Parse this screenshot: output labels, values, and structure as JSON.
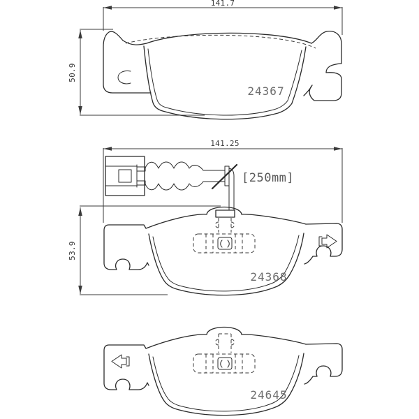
{
  "drawings": {
    "pad_top": {
      "part_number": "24367",
      "width_dim": "141.7",
      "height_dim": "50.9"
    },
    "pad_middle": {
      "part_number": "24368",
      "width_dim": "141.25",
      "height_dim": "53.9",
      "wear_sensor_length": "[250mm]"
    },
    "pad_bottom": {
      "part_number": "24645"
    }
  },
  "colors": {
    "line": "#2b2b2b",
    "dimension_text": "#3a3a3a",
    "part_number_text": "#6e6e6e",
    "background": "#ffffff"
  }
}
